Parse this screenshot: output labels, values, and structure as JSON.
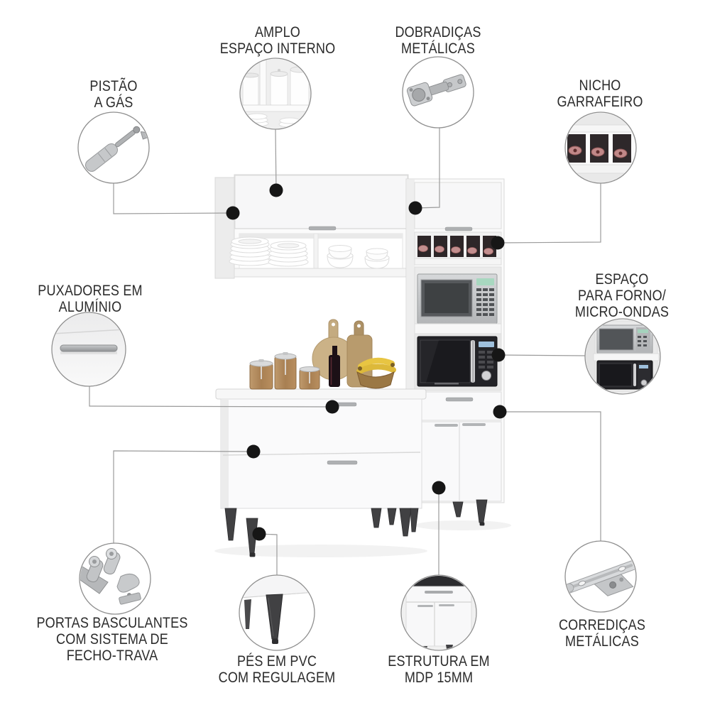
{
  "page": {
    "background": "#ffffff",
    "language": "pt-BR",
    "type": "product-feature-infographic",
    "subject": "kitchen-cabinet"
  },
  "style": {
    "label_color": "#2b2b2b",
    "connector_color": "#9b9b9b",
    "dot_color": "#161616",
    "circle_stroke": "#8f8f8f",
    "cabinet_white": "#fafafa",
    "leg_color": "#414143",
    "wood_color": "#b5916a",
    "banana_color": "#e8c542",
    "bottle_foil_color": "#c28e8e"
  },
  "callouts": [
    {
      "id": "amplo-espaco-interno",
      "lines": [
        "AMPLO",
        "ESPAÇO INTERNO"
      ],
      "image": "open-shelf-with-canisters-and-dishes"
    },
    {
      "id": "dobradicas-metalicas",
      "lines": [
        "DOBRADIÇAS",
        "METÁLICAS"
      ],
      "image": "metal-concealed-hinge"
    },
    {
      "id": "pistao-a-gas",
      "lines": [
        "PISTÃO",
        "A GÁS"
      ],
      "image": "gas-piston-strut"
    },
    {
      "id": "nicho-garrafeiro",
      "lines": [
        "NICHO",
        "GARRAFEIRO"
      ],
      "image": "bottle-rack-niche-with-wine-bottles"
    },
    {
      "id": "puxadores-em-aluminio",
      "lines": [
        "PUXADORES EM",
        "ALUMÍNIO"
      ],
      "image": "aluminum-handle-closeup"
    },
    {
      "id": "espaco-para-forno-micro-ondas",
      "lines": [
        "ESPAÇO",
        "PARA FORNO/",
        "MICRO-ONDAS"
      ],
      "image": "stacked-oven-and-microwave-niches"
    },
    {
      "id": "portas-basculantes",
      "lines": [
        "PORTAS BASCULANTES",
        "COM SISTEMA DE",
        "FECHO-TRAVA"
      ],
      "image": "flip-door-latch-lock-hardware"
    },
    {
      "id": "pes-em-pvc",
      "lines": [
        "PÉS EM PVC",
        "COM REGULAGEM"
      ],
      "image": "adjustable-pvc-foot"
    },
    {
      "id": "estrutura-mdp",
      "lines": [
        "ESTRUTURA EM",
        "MDP 15MM"
      ],
      "image": "mdp-cabinet-front-with-legs"
    },
    {
      "id": "corredicas-metalicas",
      "lines": [
        "CORREDIÇAS",
        "METÁLICAS"
      ],
      "image": "metal-drawer-slide-rail"
    }
  ]
}
